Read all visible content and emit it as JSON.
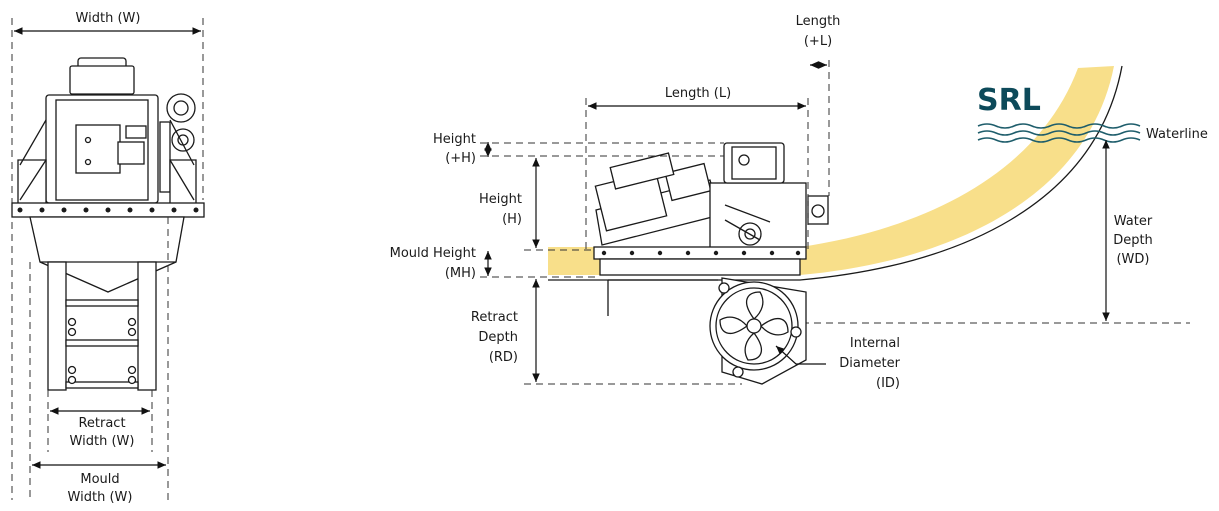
{
  "brand": {
    "logo_text": "SRL",
    "logo_color": "#0d4a5a",
    "hull_color": "#f8df8a"
  },
  "front_view": {
    "width": "Width (W)",
    "retract_width": [
      "Retract",
      "Width (W)"
    ],
    "mould_width": [
      "Mould",
      "Width (W)"
    ]
  },
  "side_view": {
    "length": "Length (L)",
    "length_plus": [
      "Length",
      "(+L)"
    ],
    "height_plus": [
      "Height",
      "(+H)"
    ],
    "height": [
      "Height",
      "(H)"
    ],
    "mould_height": [
      "Mould Height",
      "(MH)"
    ],
    "retract_depth": [
      "Retract",
      "Depth",
      "(RD)"
    ],
    "internal_diameter": [
      "Internal",
      "Diameter",
      "(ID)"
    ],
    "waterline": "Waterline",
    "water_depth": [
      "Water",
      "Depth",
      "(WD)"
    ]
  }
}
